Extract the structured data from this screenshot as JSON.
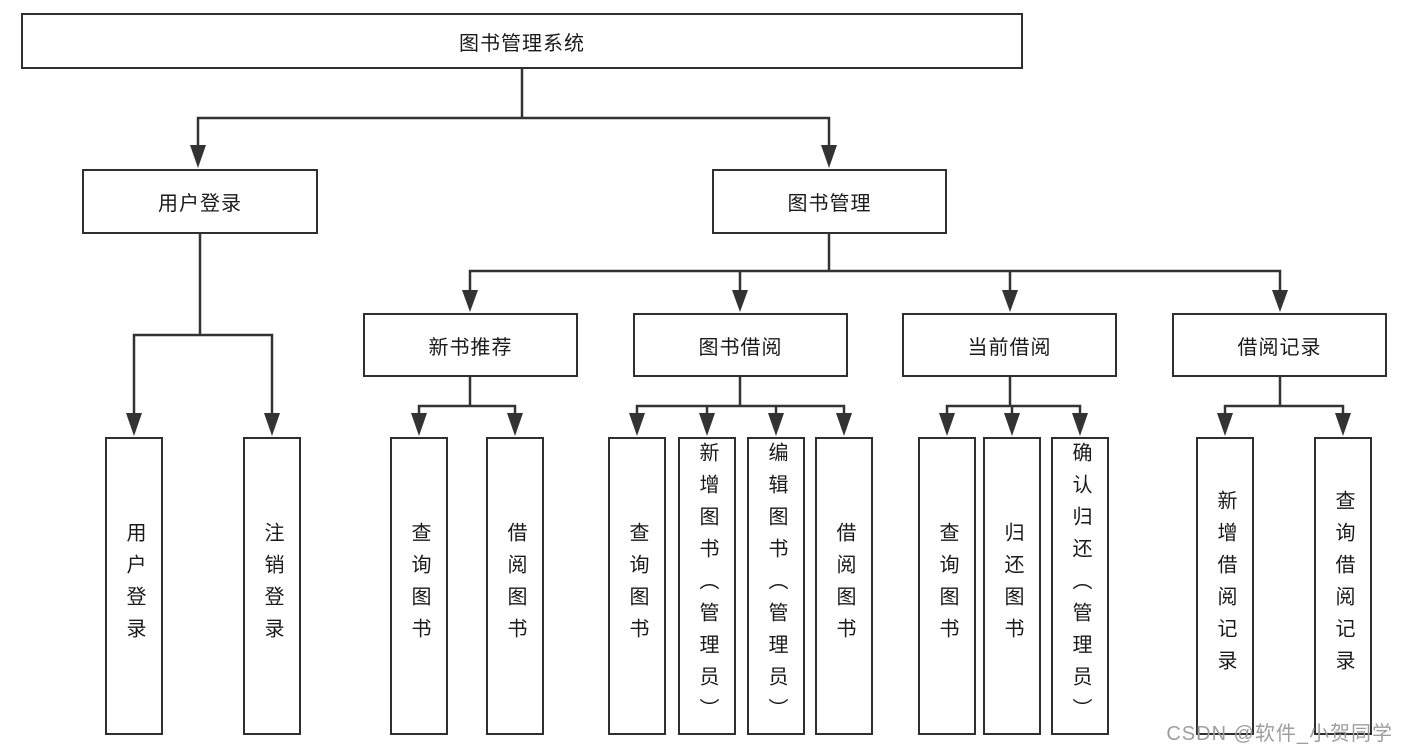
{
  "page": {
    "background_color": "#ffffff",
    "line_color": "#333333",
    "box_border_color": "#2f2f2f",
    "text_color": "#1a1a1a",
    "watermark_color": "#9e9e9e"
  },
  "diagram": {
    "root": {
      "label": "图书管理系统"
    },
    "level2": [
      {
        "label": "用户登录"
      },
      {
        "label": "图书管理"
      }
    ],
    "level3": [
      {
        "label": "新书推荐"
      },
      {
        "label": "图书借阅"
      },
      {
        "label": "当前借阅"
      },
      {
        "label": "借阅记录"
      }
    ],
    "level4": [
      {
        "label": "用户登录"
      },
      {
        "label": "注销登录"
      },
      {
        "label": "查询图书"
      },
      {
        "label": "借阅图书"
      },
      {
        "label": "查询图书"
      },
      {
        "label": "新增图书（管理员）"
      },
      {
        "label": "编辑图书（管理员）"
      },
      {
        "label": "借阅图书"
      },
      {
        "label": "查询图书"
      },
      {
        "label": "归还图书"
      },
      {
        "label": "确认归还（管理员）"
      },
      {
        "label": "新增借阅记录"
      },
      {
        "label": "查询借阅记录"
      }
    ]
  },
  "watermark": {
    "text": "CSDN @软件_小贺同学"
  }
}
